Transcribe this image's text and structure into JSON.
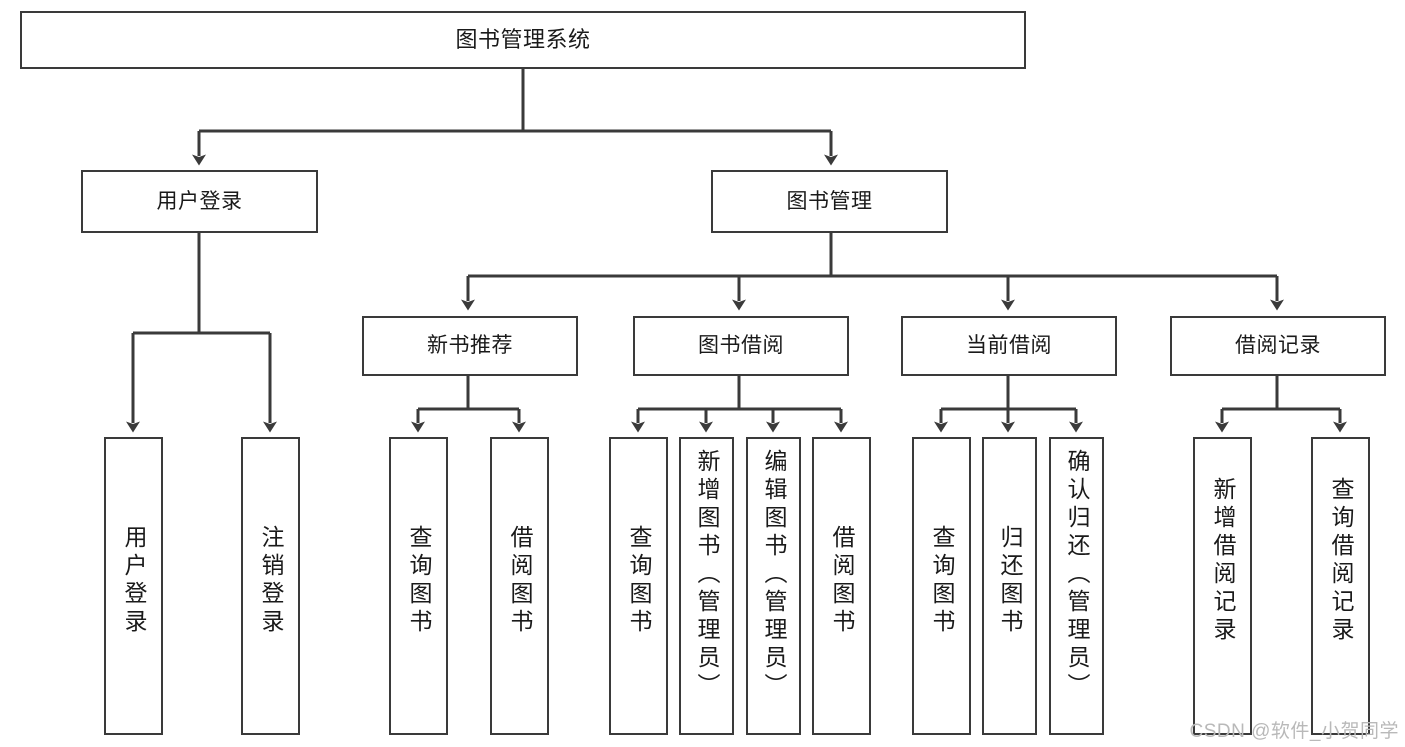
{
  "diagram": {
    "title": "图书管理系统",
    "type": "hierarchy-tree",
    "watermark": "CSDN @软件_小贺同学",
    "colors": {
      "stroke": "#3a3a3a",
      "fill": "#ffffff",
      "text": "#1a1a1a",
      "watermark": "#b9b9b9"
    },
    "levels": {
      "level1": [
        {
          "id": "root",
          "label": "图书管理系统"
        }
      ],
      "level2": [
        {
          "id": "user-login",
          "label": "用户登录",
          "parent": "root"
        },
        {
          "id": "book-manage",
          "label": "图书管理",
          "parent": "root"
        }
      ],
      "level3": [
        {
          "id": "new-book-rec",
          "label": "新书推荐",
          "parent": "book-manage"
        },
        {
          "id": "book-borrow",
          "label": "图书借阅",
          "parent": "book-manage"
        },
        {
          "id": "current-borrow",
          "label": "当前借阅",
          "parent": "book-manage"
        },
        {
          "id": "borrow-record",
          "label": "借阅记录",
          "parent": "book-manage"
        }
      ],
      "level4": [
        {
          "id": "leaf-user-login",
          "label": "用户登录",
          "parent": "user-login"
        },
        {
          "id": "leaf-logout-login",
          "label": "注销登录",
          "parent": "user-login"
        },
        {
          "id": "leaf-query-book-1",
          "label": "查询图书",
          "parent": "new-book-rec"
        },
        {
          "id": "leaf-borrow-book-1",
          "label": "借阅图书",
          "parent": "new-book-rec"
        },
        {
          "id": "leaf-query-book-2",
          "label": "查询图书",
          "parent": "book-borrow"
        },
        {
          "id": "leaf-add-book",
          "label": "新增图书（管理员）",
          "parent": "book-borrow"
        },
        {
          "id": "leaf-edit-book",
          "label": "编辑图书（管理员）",
          "parent": "book-borrow"
        },
        {
          "id": "leaf-borrow-book-2",
          "label": "借阅图书",
          "parent": "book-borrow"
        },
        {
          "id": "leaf-query-book-3",
          "label": "查询图书",
          "parent": "current-borrow"
        },
        {
          "id": "leaf-return-book",
          "label": "归还图书",
          "parent": "current-borrow"
        },
        {
          "id": "leaf-confirm-return",
          "label": "确认归还（管理员）",
          "parent": "current-borrow"
        },
        {
          "id": "leaf-add-record",
          "label": "新增借阅记录",
          "parent": "borrow-record"
        },
        {
          "id": "leaf-query-record",
          "label": "查询借阅记录",
          "parent": "borrow-record"
        }
      ]
    }
  }
}
